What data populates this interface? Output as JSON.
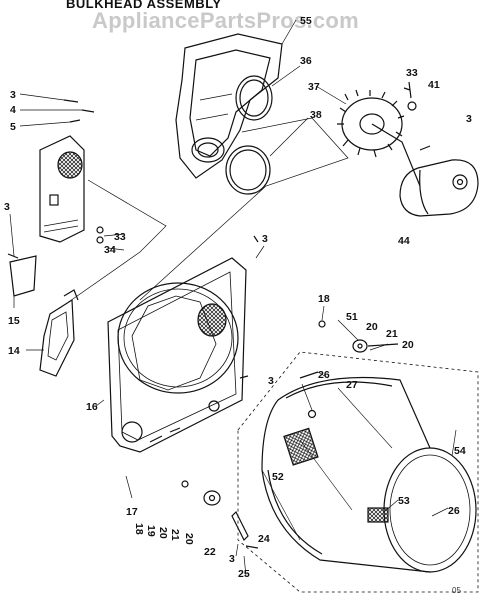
{
  "title": "BULKHEAD ASSEMBLY",
  "watermark": "AppliancePartsPros.com",
  "corner_code": "05",
  "callouts": [
    "55",
    "36",
    "37",
    "38",
    "33",
    "41",
    "3",
    "3",
    "4",
    "5",
    "3",
    "33",
    "34",
    "15",
    "14",
    "3",
    "18",
    "51",
    "20",
    "21",
    "20",
    "27",
    "26",
    "3",
    "16",
    "52",
    "54",
    "53",
    "26",
    "17",
    "18",
    "19",
    "20",
    "21",
    "20",
    "22",
    "24",
    "3",
    "25",
    "44"
  ]
}
